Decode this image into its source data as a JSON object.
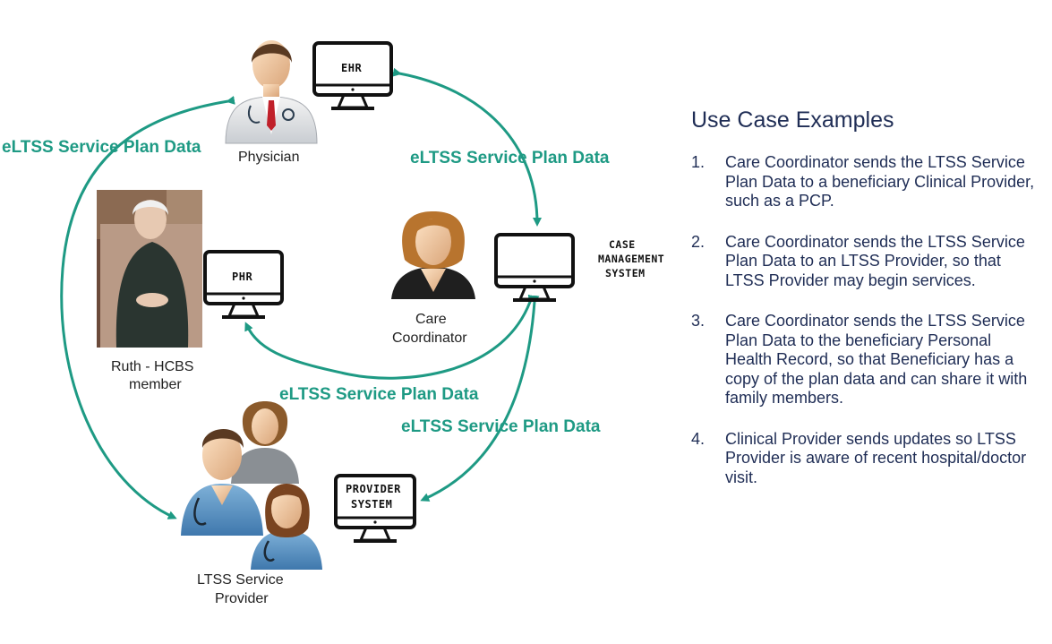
{
  "diagram": {
    "flows": [
      {
        "id": "left",
        "label": "eLTSS Service Plan Data"
      },
      {
        "id": "top",
        "label": "eLTSS Service Plan Data"
      },
      {
        "id": "middle",
        "label": "eLTSS Service Plan Data"
      },
      {
        "id": "lower",
        "label": "eLTSS Service Plan Data"
      }
    ],
    "actors": {
      "physician": {
        "label": "Physician"
      },
      "care_coordinator": {
        "line1": "Care",
        "line2": "Coordinator"
      },
      "ruth": {
        "line1": "Ruth - HCBS",
        "line2": "member"
      },
      "provider": {
        "line1": "LTSS Service",
        "line2": "Provider"
      }
    },
    "systems": {
      "ehr": {
        "label": "EHR"
      },
      "phr": {
        "label": "PHR"
      },
      "cms": {
        "line1": "CASE",
        "line2": "MANAGEMENT",
        "line3": "SYSTEM"
      },
      "provider_system": {
        "line1": "PROVIDER",
        "line2": "SYSTEM"
      }
    },
    "colors": {
      "arrow": "#1e9a84",
      "text": "#1e9a84"
    }
  },
  "use_cases": {
    "title": "Use Case Examples",
    "items": [
      {
        "number": "1.",
        "text": "Care Coordinator sends the LTSS Service Plan Data to a beneficiary Clinical Provider, such as a PCP."
      },
      {
        "number": "2.",
        "text": "Care Coordinator sends the LTSS Service Plan Data to an LTSS Provider, so that LTSS Provider may begin services."
      },
      {
        "number": "3.",
        "text": "Care Coordinator sends the LTSS Service Plan Data to the beneficiary Personal Health Record, so that Beneficiary has a copy of the plan data and can share it with family members."
      },
      {
        "number": "4.",
        "text": "Clinical Provider sends updates so LTSS Provider is aware of recent hospital/doctor visit."
      }
    ]
  }
}
